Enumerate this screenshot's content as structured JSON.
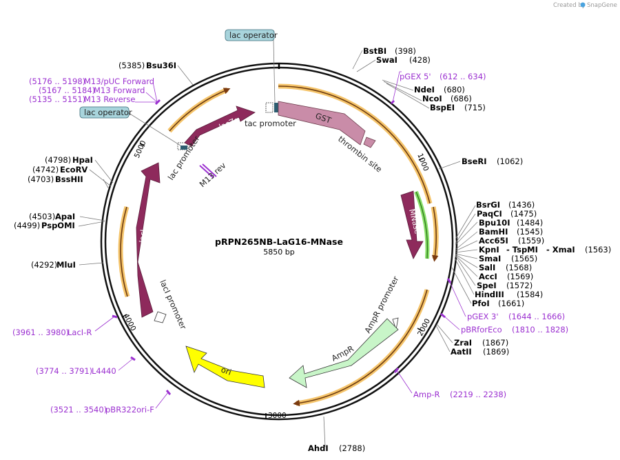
{
  "plasmid": {
    "name": "pRPN265NB-LaG16-MNase",
    "length_label": "5850 bp"
  },
  "credit": {
    "created_by": "Created by",
    "brand": "SnapGene"
  },
  "ticks": [
    "1000",
    "2000",
    "3000",
    "4000",
    "5000"
  ],
  "enzymes": [
    {
      "name": "BstBI",
      "pos": "(398)"
    },
    {
      "name": "SwaI",
      "pos": "(428)"
    },
    {
      "name": "NdeI",
      "pos": "(680)"
    },
    {
      "name": "NcoI",
      "pos": "(686)"
    },
    {
      "name": "BspEI",
      "pos": "(715)"
    },
    {
      "name": "BseRI",
      "pos": "(1062)"
    },
    {
      "name": "BsrGI",
      "pos": "(1436)"
    },
    {
      "name": "PaqCI",
      "pos": "(1475)"
    },
    {
      "name": "Bpu10I",
      "pos": "(1484)"
    },
    {
      "name": "BamHI",
      "pos": "(1545)"
    },
    {
      "name": "Acc65I",
      "pos": "(1559)"
    },
    {
      "name": "KpnI",
      "name2": "- TspMI",
      "name3": "- XmaI",
      "pos": "(1563)"
    },
    {
      "name": "SmaI",
      "pos": "(1565)"
    },
    {
      "name": "SalI",
      "pos": "(1568)"
    },
    {
      "name": "AccI",
      "pos": "(1569)"
    },
    {
      "name": "SpeI",
      "pos": "(1572)"
    },
    {
      "name": "HindIII",
      "pos": "(1584)"
    },
    {
      "name": "PfoI",
      "pos": "(1661)"
    },
    {
      "name": "ZraI",
      "pos": "(1867)"
    },
    {
      "name": "AatII",
      "pos": "(1869)"
    },
    {
      "name": "AhdI",
      "pos": "(2788)"
    },
    {
      "name": "MluI",
      "pos": "(4292)"
    },
    {
      "name": "ApaI",
      "pos": "(4503)"
    },
    {
      "name": "PspOMI",
      "pos": "(4499)"
    },
    {
      "name": "HpaI",
      "pos": "(4798)"
    },
    {
      "name": "EcoRV",
      "pos": "(4742)"
    },
    {
      "name": "BssHII",
      "pos": "(4703)"
    },
    {
      "name": "Bsu36I",
      "pos": "(5385)"
    }
  ],
  "primers": [
    {
      "name": "pGEX 5'",
      "range": "(612 .. 634)"
    },
    {
      "name": "pGEX 3'",
      "range": "(1644 .. 1666)"
    },
    {
      "name": "pBRforEco",
      "range": "(1810 .. 1828)"
    },
    {
      "name": "Amp-R",
      "range": "(2219 .. 2238)"
    },
    {
      "name": "pBR322ori-F",
      "range": "(3521 .. 3540)"
    },
    {
      "name": "L4440",
      "range": "(3774 .. 3791)"
    },
    {
      "name": "LacI-R",
      "range": "(3961 .. 3980)"
    },
    {
      "name": "M13 Reverse",
      "range": "(5135 .. 5151)"
    },
    {
      "name": "M13 Forward",
      "range": "(5167 .. 5184)"
    },
    {
      "name": "M13/pUC Forward",
      "range": "(5176 .. 5198)"
    }
  ],
  "features": {
    "lac_operator_top": "lac operator",
    "lac_operator_left": "lac operator",
    "tac_promoter": "tac promoter",
    "gst": "GST",
    "thrombin_site": "thrombin site",
    "mnase": "MNase",
    "ampr_promoter": "AmpR promoter",
    "ampr": "AmpR",
    "ori": "ori",
    "laci": "lacI",
    "laci_promoter": "lacI promoter",
    "lac_promoter": "lac promoter",
    "lacz": "lacZα",
    "m13_rev": "M13 rev"
  },
  "colors": {
    "backbone": "#111111",
    "cds": "#8e2a5c",
    "gst": "#c98ca8",
    "ori": "#ffff00",
    "ampr": "#c8f5c8",
    "orange_arrow": "#f5a623",
    "primer": "#9b30d0",
    "operator_fill": "#a8d4dc"
  }
}
